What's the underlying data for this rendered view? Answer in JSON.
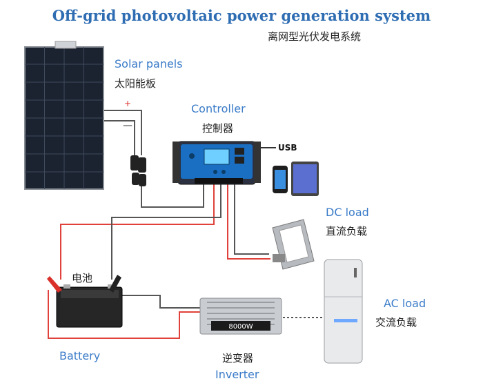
{
  "diagram": {
    "title": "Off-grid photovoltaic power generation system",
    "subtitle": "离网型光伏发电系统",
    "components": {
      "solar_panel": {
        "label_en": "Solar panels",
        "label_cn": "太阳能板",
        "plus": "+",
        "minus": "—"
      },
      "controller": {
        "label_en": "Controller",
        "label_cn": "控制器",
        "usb_label": "USB"
      },
      "dc_load": {
        "label_en": "DC load",
        "label_cn": "直流负载"
      },
      "battery": {
        "label_en": "Battery",
        "label_cn": "电池"
      },
      "inverter": {
        "label_en": "Inverter",
        "label_cn": "逆变器",
        "brand": "8000W"
      },
      "ac_load": {
        "label_en": "AC load",
        "label_cn": "交流负载"
      }
    },
    "colors": {
      "title": "#2f6db3",
      "label_blue": "#3a7bc8",
      "positive_wire": "#e0413a",
      "negative_wire": "#333333"
    }
  }
}
